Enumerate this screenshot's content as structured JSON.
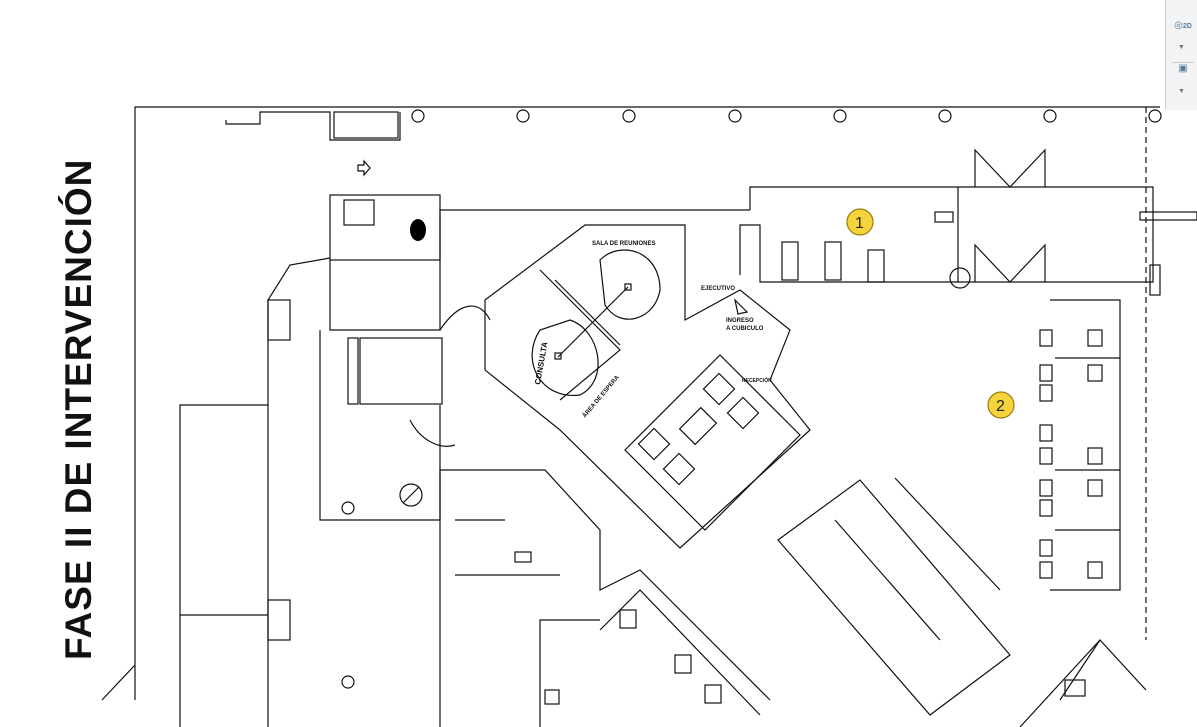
{
  "drawing": {
    "title": "FASE II DE INTERVENCIÓN",
    "room_labels": {
      "sala": "SALA DE REUNIONES",
      "ejecutivo": "EJECUTIVO",
      "ingreso1": "INGRESO",
      "ingreso2": "A CUBICULO",
      "consulta": "CONSULTA",
      "espera": "ÁREA DE ESPERA",
      "recepcion": "RECEPCIÓN"
    },
    "markers": [
      "1",
      "2"
    ],
    "marker_color": "#f5d33a"
  },
  "navbar": {
    "view_label": "2D",
    "items": [
      "steering-wheel",
      "zoom-window"
    ]
  }
}
